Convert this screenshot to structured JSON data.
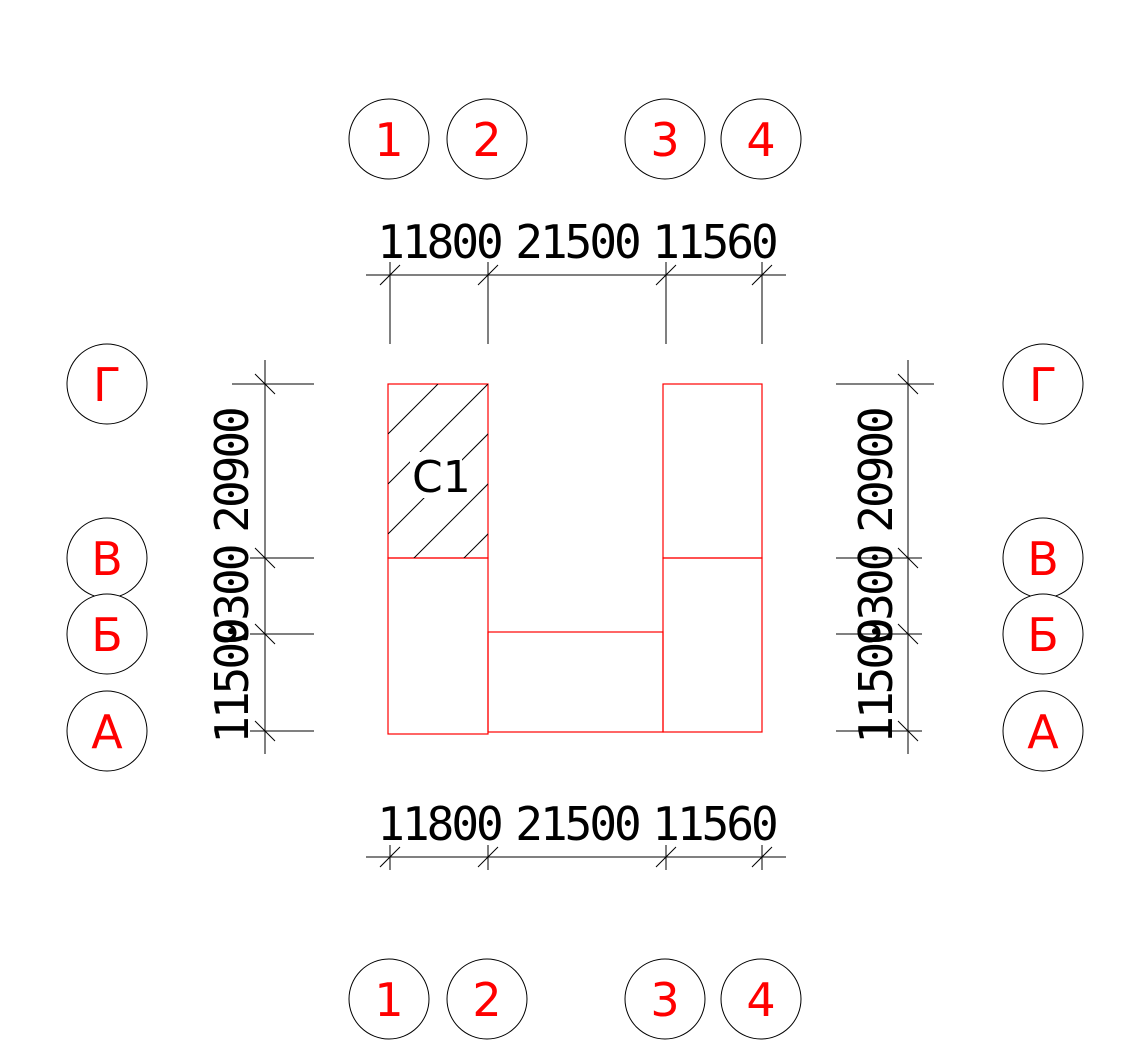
{
  "colors": {
    "axis_label": "#ff0000",
    "outline": "#ff0000",
    "lines": "#000000",
    "background": "#ffffff"
  },
  "axes_columns": [
    "1",
    "2",
    "3",
    "4"
  ],
  "axes_rows": [
    "Г",
    "В",
    "Б",
    "А"
  ],
  "dims_horizontal": [
    "11800",
    "21500",
    "11560"
  ],
  "dims_vertical": [
    "20900",
    "9300",
    "11500"
  ],
  "section_tag": "С1"
}
